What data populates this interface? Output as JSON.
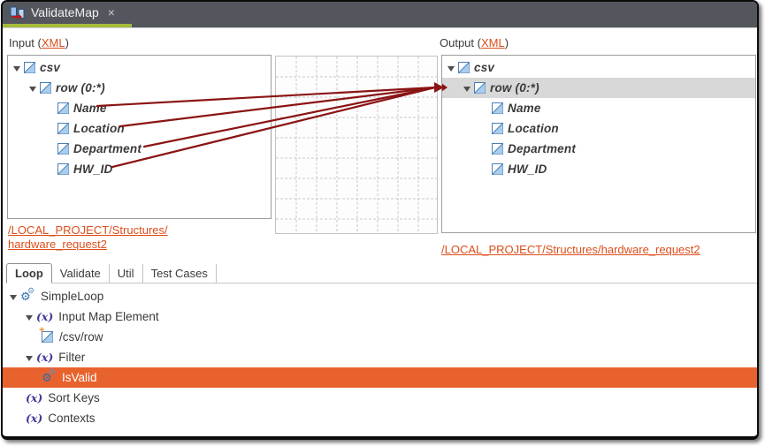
{
  "editor_tab": {
    "title": "ValidateMap",
    "close_glyph": "×"
  },
  "input_panel": {
    "header_prefix": "Input (",
    "header_link": "XML",
    "header_suffix": ")",
    "root": "csv",
    "row": "row (0:*)",
    "fields": [
      "Name",
      "Location",
      "Department",
      "HW_ID"
    ],
    "path_line1": "/LOCAL_PROJECT/Structures/",
    "path_line2": "hardware_request2"
  },
  "output_panel": {
    "header_prefix": "Output (",
    "header_link": "XML",
    "header_suffix": ")",
    "root": "csv",
    "row": "row (0:*)",
    "fields": [
      "Name",
      "Location",
      "Department",
      "HW_ID"
    ],
    "path": "/LOCAL_PROJECT/Structures/hardware_request2"
  },
  "bottom_tabs": [
    {
      "label": "Loop",
      "active": true
    },
    {
      "label": "Validate",
      "active": false
    },
    {
      "label": "Util",
      "active": false
    },
    {
      "label": "Test Cases",
      "active": false
    }
  ],
  "loop_tree": {
    "items": [
      {
        "label": "SimpleLoop",
        "icon": "gears",
        "level": 0,
        "expanded": true
      },
      {
        "label": "Input Map Element",
        "icon": "fx",
        "level": 1,
        "expanded": true
      },
      {
        "label": "/csv/row",
        "icon": "new-element",
        "level": 2
      },
      {
        "label": "Filter",
        "icon": "fx",
        "level": 1,
        "expanded": true
      },
      {
        "label": "IsValid",
        "icon": "gears",
        "level": 2,
        "selected": true
      },
      {
        "label": "Sort Keys",
        "icon": "fx",
        "level": 1
      },
      {
        "label": "Contexts",
        "icon": "fx",
        "level": 1
      }
    ]
  },
  "icons": {
    "fx_glyph": "(x)",
    "gear_glyph": "⚙",
    "plus_glyph": "+"
  },
  "colors": {
    "link_orange": "#dc4e1b",
    "selection_orange": "#e8622d",
    "mapping_line_red": "#8b1414",
    "active_tab_green": "#a4ba3b",
    "tabbar_gray": "#54565e",
    "highlight_gray": "#d8d8d8"
  }
}
